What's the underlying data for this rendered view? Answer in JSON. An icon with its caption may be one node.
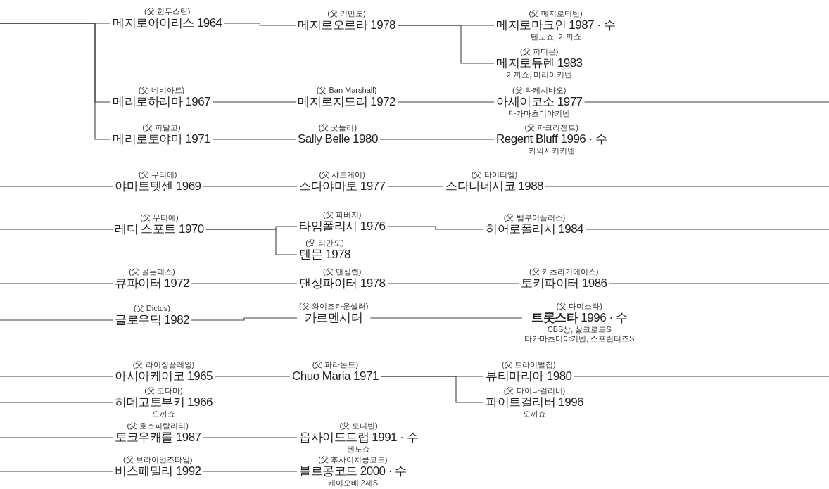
{
  "diagram": {
    "nodes": [
      {
        "text": [
          "(父 힌두스탄)",
          "메지로아이리스 1964"
        ]
      },
      {
        "text": [
          "(父 리만도)",
          "메지로오로라 1978"
        ]
      },
      {
        "text": [
          "(父 메지로티탄)",
          "메지로마크인 1987 · 수",
          "텐노쇼, 가까쇼"
        ]
      },
      {
        "text": [
          "(父 피디온)",
          "메지로듀렌 1983",
          "가까쇼, 마리아키넨"
        ]
      },
      {
        "text": [
          "(父 네비아트)",
          "메리로하리마 1967"
        ]
      },
      {
        "text": [
          "(父 Ban Marshall)",
          "메지로지도리 1972"
        ]
      },
      {
        "text": [
          "(父 타케시바오)",
          "아세이코소 1977",
          "타카마츠미야키넨"
        ]
      },
      {
        "text": [
          "(父 피달고)",
          "메리로토야마 1971"
        ]
      },
      {
        "text": [
          "(父 굿들리)",
          "Sally Belle 1980"
        ]
      },
      {
        "text": [
          "(父 파크리젠트)",
          "Regent Bluff 1996 · 수",
          "카와사키키넨"
        ]
      },
      {
        "text": [
          "(父 무티에)",
          "야마토텟센 1969"
        ]
      },
      {
        "text": [
          "(父 샤토게이)",
          "스다야마토 1977"
        ]
      },
      {
        "text": [
          "(父 타이티엠)",
          "스다나네시코 1988"
        ]
      },
      {
        "text": [
          "(父 무티에)",
          "레디 스포트 1970"
        ]
      },
      {
        "text": [
          "(父 파버지)",
          "타임폴리시 1976"
        ]
      },
      {
        "text": [
          "(父 뱀부어플러스)",
          "히어로폴리시 1984"
        ]
      },
      {
        "text": [
          "(父 리만도)",
          "텐몬 1978"
        ]
      },
      {
        "text": [
          "(父 골든패스)",
          "큐파이터 1972"
        ]
      },
      {
        "text": [
          "(父 댄싱랩)",
          "댄싱파이터 1978"
        ]
      },
      {
        "text": [
          "(父 카츠라기에이스)",
          "토키파이터 1986"
        ]
      },
      {
        "text": [
          "(父 Dictus)",
          "글로우딕 1982"
        ]
      },
      {
        "text": [
          "(父 와이즈카운셀러)",
          "카르멘시터"
        ]
      },
      {
        "text": [
          "(父 다미스타)",
          "**트롯스타** 1996 · 수",
          "CBS상, 실크로드S",
          "타카마츠미야키넨, 스프린터즈S"
        ]
      },
      {
        "text": [
          "(父 라이징플레잉)",
          "아시아케이코 1965"
        ]
      },
      {
        "text": [
          "(父 파라몬드)",
          "Chuo Maria 1971"
        ]
      },
      {
        "text": [
          "(父 트라이벌칩)",
          "뷰티마리아 1980"
        ]
      },
      {
        "text": [
          "(父 다이나걸리버)",
          "파이트걸리버 1996",
          "오까쇼"
        ]
      },
      {
        "text": [
          "(父 코다마)",
          "히데고토부키 1966",
          "오까쇼"
        ]
      },
      {
        "text": [
          "(父 호스피탈리티)",
          "토코우캐롤 1987"
        ]
      },
      {
        "text": [
          "(父 토니빈)",
          "옵사이드트랩 1991 · 수",
          "텐노쇼"
        ]
      },
      {
        "text": [
          "(父 브라이언즈타임)",
          "비스패밀리 1992"
        ]
      },
      {
        "text": [
          "(父 후사이치콩코드)",
          "블르콩코드 2000 · 수",
          "케이오배 2세S"
        ]
      }
    ],
    "edges": [
      {
        "from": null,
        "to": 0,
        "arrow": "none"
      },
      {
        "from": null,
        "to": 4,
        "arrow": "none"
      },
      {
        "from": null,
        "to": 7,
        "arrow": "none"
      },
      {
        "from": 0,
        "to": 1,
        "arrow": "none"
      },
      {
        "from": 1,
        "to": 2,
        "arrow": "none"
      },
      {
        "from": 1,
        "to": 3,
        "arrow": "none"
      },
      {
        "from": 4,
        "to": 5,
        "arrow": "none"
      },
      {
        "from": 5,
        "to": 6,
        "arrow": "none"
      },
      {
        "from": 6,
        "to": null,
        "arrow": "none"
      },
      {
        "from": 7,
        "to": 8,
        "arrow": "none"
      },
      {
        "from": 8,
        "to": 9,
        "arrow": "none"
      },
      {
        "from": null,
        "to": 10,
        "arrow": "none"
      },
      {
        "from": 10,
        "to": 11,
        "arrow": "none"
      },
      {
        "from": 11,
        "to": 12,
        "arrow": "none"
      },
      {
        "from": 12,
        "to": null,
        "arrow": "none"
      },
      {
        "from": null,
        "to": 13,
        "arrow": "none"
      },
      {
        "from": 13,
        "to": 14,
        "arrow": "none"
      },
      {
        "from": 13,
        "to": 16,
        "arrow": "none"
      },
      {
        "from": 14,
        "to": 15,
        "arrow": "none"
      },
      {
        "from": 15,
        "to": null,
        "arrow": "none"
      },
      {
        "from": null,
        "to": 17,
        "arrow": "none"
      },
      {
        "from": 17,
        "to": 18,
        "arrow": "none"
      },
      {
        "from": 18,
        "to": 19,
        "arrow": "none"
      },
      {
        "from": 19,
        "to": null,
        "arrow": "none"
      },
      {
        "from": null,
        "to": 20,
        "arrow": "none"
      },
      {
        "from": 20,
        "to": 21,
        "arrow": "none"
      },
      {
        "from": 21,
        "to": 22,
        "arrow": "none"
      },
      {
        "from": null,
        "to": 23,
        "arrow": "none"
      },
      {
        "from": 23,
        "to": 24,
        "arrow": "none"
      },
      {
        "from": 24,
        "to": 25,
        "arrow": "none"
      },
      {
        "from": 24,
        "to": 26,
        "arrow": "none"
      },
      {
        "from": 25,
        "to": null,
        "arrow": "none"
      },
      {
        "from": null,
        "to": 27,
        "arrow": "none"
      },
      {
        "from": null,
        "to": 28,
        "arrow": "none"
      },
      {
        "from": 28,
        "to": 29,
        "arrow": "none"
      },
      {
        "from": null,
        "to": 30,
        "arrow": "none"
      },
      {
        "from": 30,
        "to": 31,
        "arrow": "none"
      }
    ]
  }
}
